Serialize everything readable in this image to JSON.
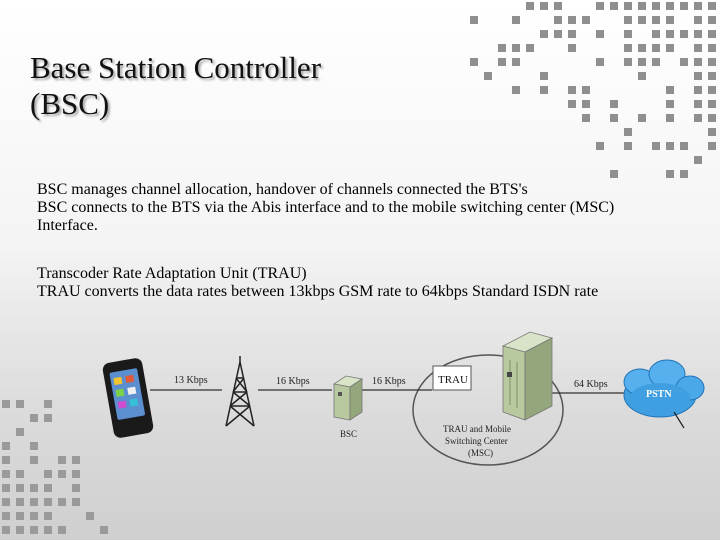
{
  "title": {
    "line1": "Base Station Controller",
    "line2": "(BSC)"
  },
  "paragraphs": [
    "BSC manages channel allocation, handover of channels connected the BTS's",
    "BSC connects to the BTS via the Abis interface and to the mobile switching center (MSC)",
    "Interface.",
    "Transcoder Rate Adaptation Unit (TRAU)",
    "TRAU converts the data rates between 13kbps GSM rate to 64kbps Standard ISDN rate"
  ],
  "diagram": {
    "link_phone_bts": "13 Kbps",
    "link_bts_bsc": "16 Kbps",
    "link_bsc_trau": "16 Kbps",
    "link_msc_pstn": "64 Kbps",
    "bsc_label": "BSC",
    "trau_label": "TRAU",
    "msc_label_line1": "TRAU and Mobile",
    "msc_label_line2": "Switching Center",
    "msc_label_line3": "(MSC)",
    "pstn_label": "PSTN"
  },
  "colors": {
    "accent_squares": "#8a8a8a",
    "cloud": "#3f9fe0",
    "cabinet": "#b8c9a0"
  }
}
